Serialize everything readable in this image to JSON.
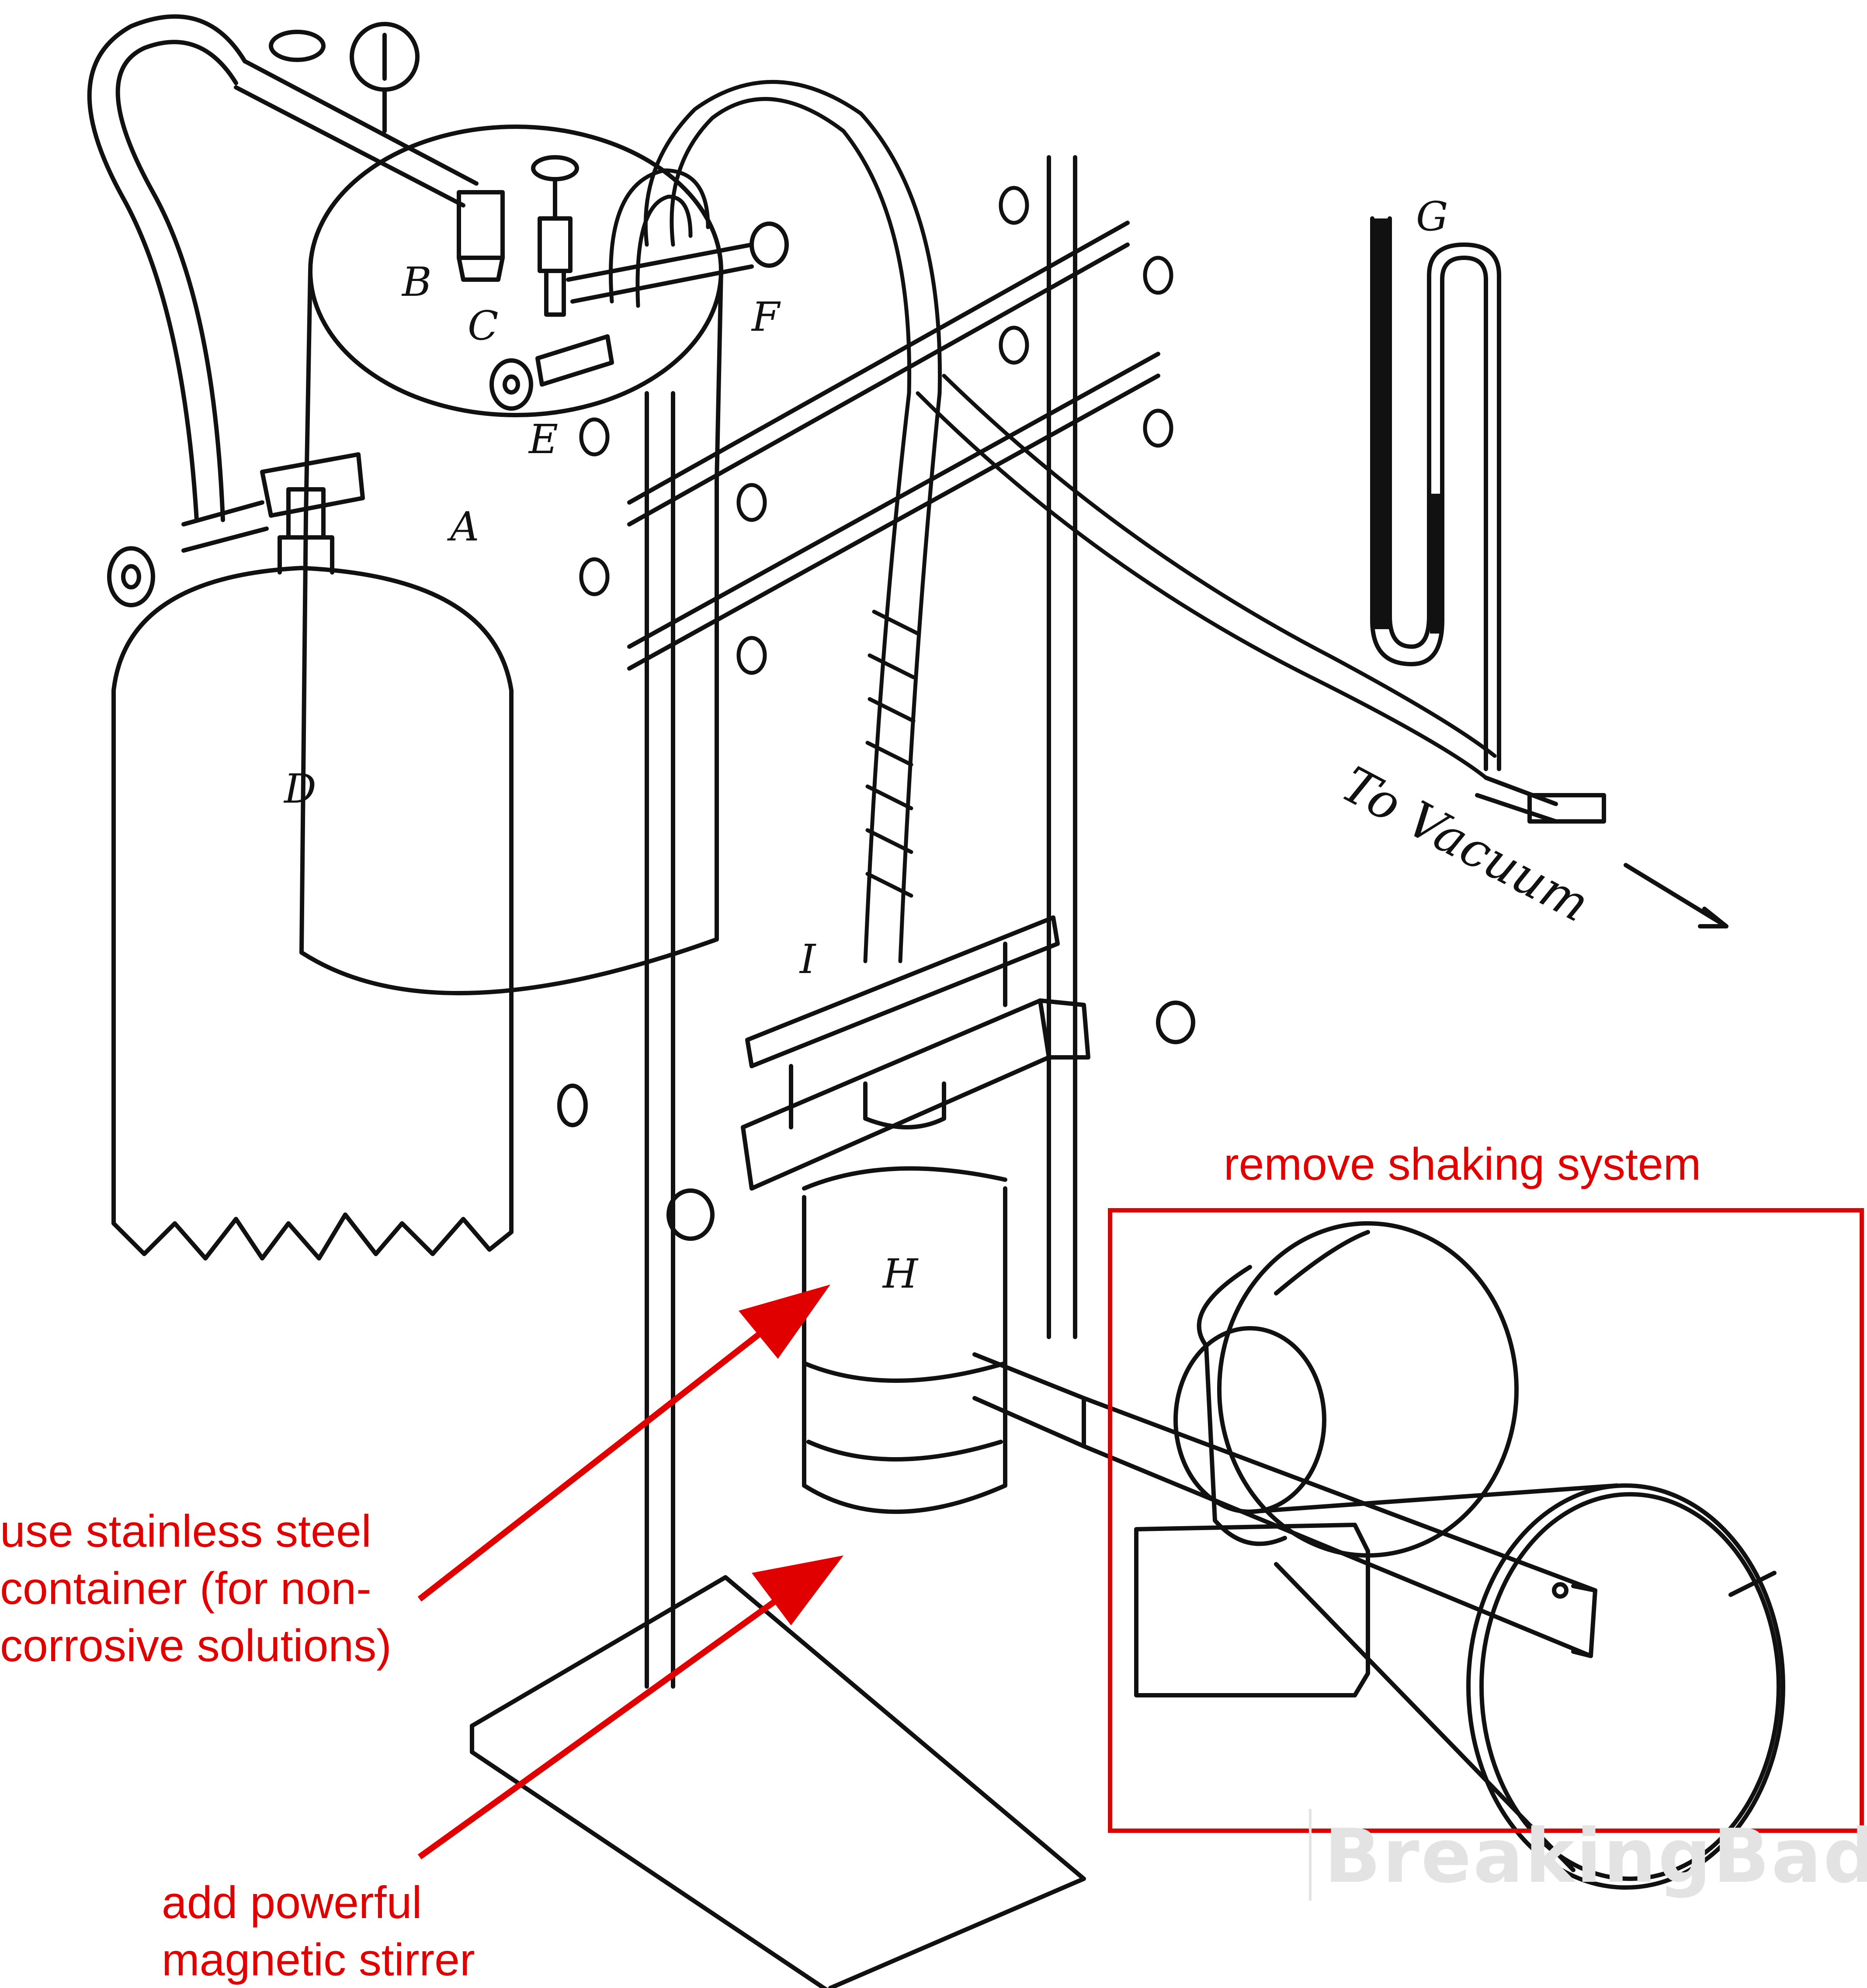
{
  "diagram": {
    "part_labels": {
      "A": "A",
      "B": "B",
      "C": "C",
      "D": "D",
      "E": "E",
      "F": "F",
      "G": "G",
      "H": "H",
      "I": "I"
    },
    "vacuum_label": "To Vacuum"
  },
  "annotations": {
    "remove_shaking": "remove shaking system",
    "stainless": "use stainless steel\ncontainer (for non-\ncorrosive solutions)",
    "stirrer": "add powerful\nmagnetic stirrer"
  },
  "watermark": "BreakingBad",
  "colors": {
    "annotation": "#e00000",
    "ink": "#111111",
    "watermark": "#e3e3e3"
  }
}
